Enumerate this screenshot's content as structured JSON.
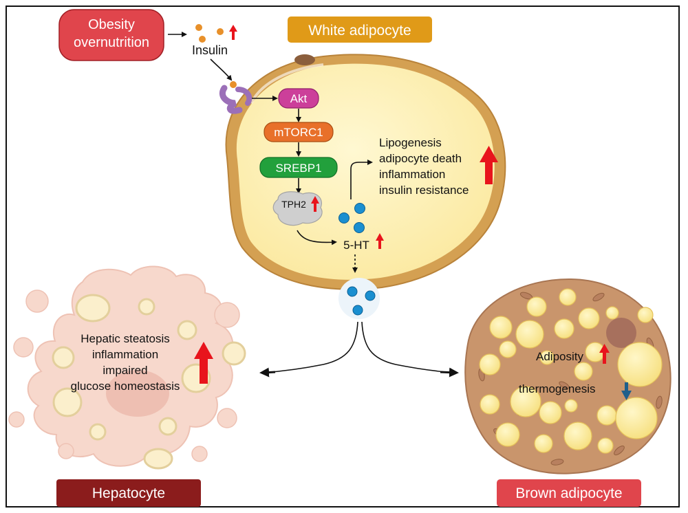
{
  "labels": {
    "obesity": [
      "Obesity",
      "overnutrition"
    ],
    "insulin": "Insulin",
    "white_adipocyte": "White adipocyte",
    "akt": "Akt",
    "mtorc1": "mTORC1",
    "srebp1": "SREBP1",
    "tph2": "TPH2",
    "five_ht": "5-HT",
    "white_effects": [
      "Lipogenesis",
      "adipocyte death",
      "inflammation",
      "insulin resistance"
    ],
    "hepatic_effects": [
      "Hepatic steatosis",
      "inflammation",
      "impaired",
      "glucose homeostasis"
    ],
    "adiposity": "Adiposity",
    "thermogenesis": "thermogenesis",
    "hepatocyte": "Hepatocyte",
    "brown_adipocyte": "Brown adipocyte"
  },
  "indicators": {
    "insulin": "up",
    "tph2": "up",
    "five_ht": "up",
    "white_effects": "up",
    "hepatic_effects": "up",
    "adiposity": "up",
    "thermogenesis": "down"
  },
  "colors": {
    "obesity_box": "#e0454c",
    "white_adipocyte_box": "#e09a18",
    "akt": "#cc3f9a",
    "mtorc1": "#e8702a",
    "srebp1": "#22a03c",
    "tph2": "#cfcfcf",
    "serotonin": "#1a8fd0",
    "hepatocyte_box": "#8b1c1c",
    "brown_adipocyte_box": "#e0454c",
    "up_arrow": "#e8141c",
    "down_arrow": "#1f5f8b"
  }
}
